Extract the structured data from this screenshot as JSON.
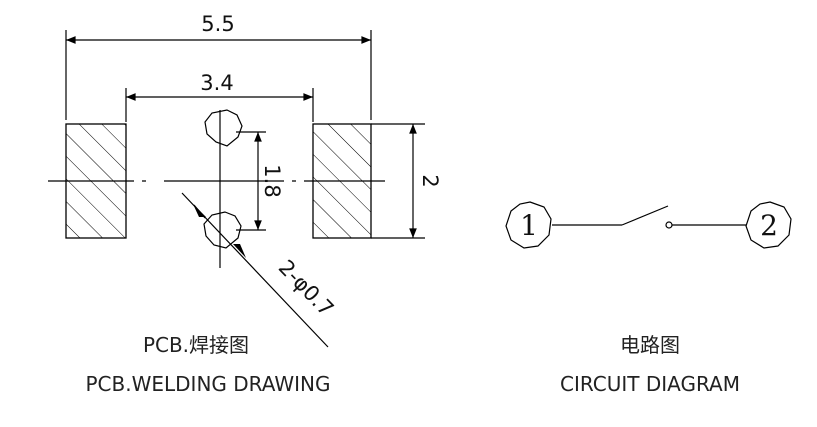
{
  "pcb": {
    "dimensions": {
      "overall_width": "5.5",
      "pad_spacing": "3.4",
      "hole_pitch": "1.8",
      "pad_height": "2",
      "hole_callout": "2-φ0.7"
    },
    "caption_cn": "PCB.焊接图",
    "caption_en": "PCB.WELDING DRAWING"
  },
  "circuit": {
    "terminals": [
      "1",
      "2"
    ],
    "caption_cn": "电路图",
    "caption_en": "CIRCUIT DIAGRAM"
  },
  "colors": {
    "line": "#000000",
    "text": "#222222",
    "background": "#ffffff"
  }
}
